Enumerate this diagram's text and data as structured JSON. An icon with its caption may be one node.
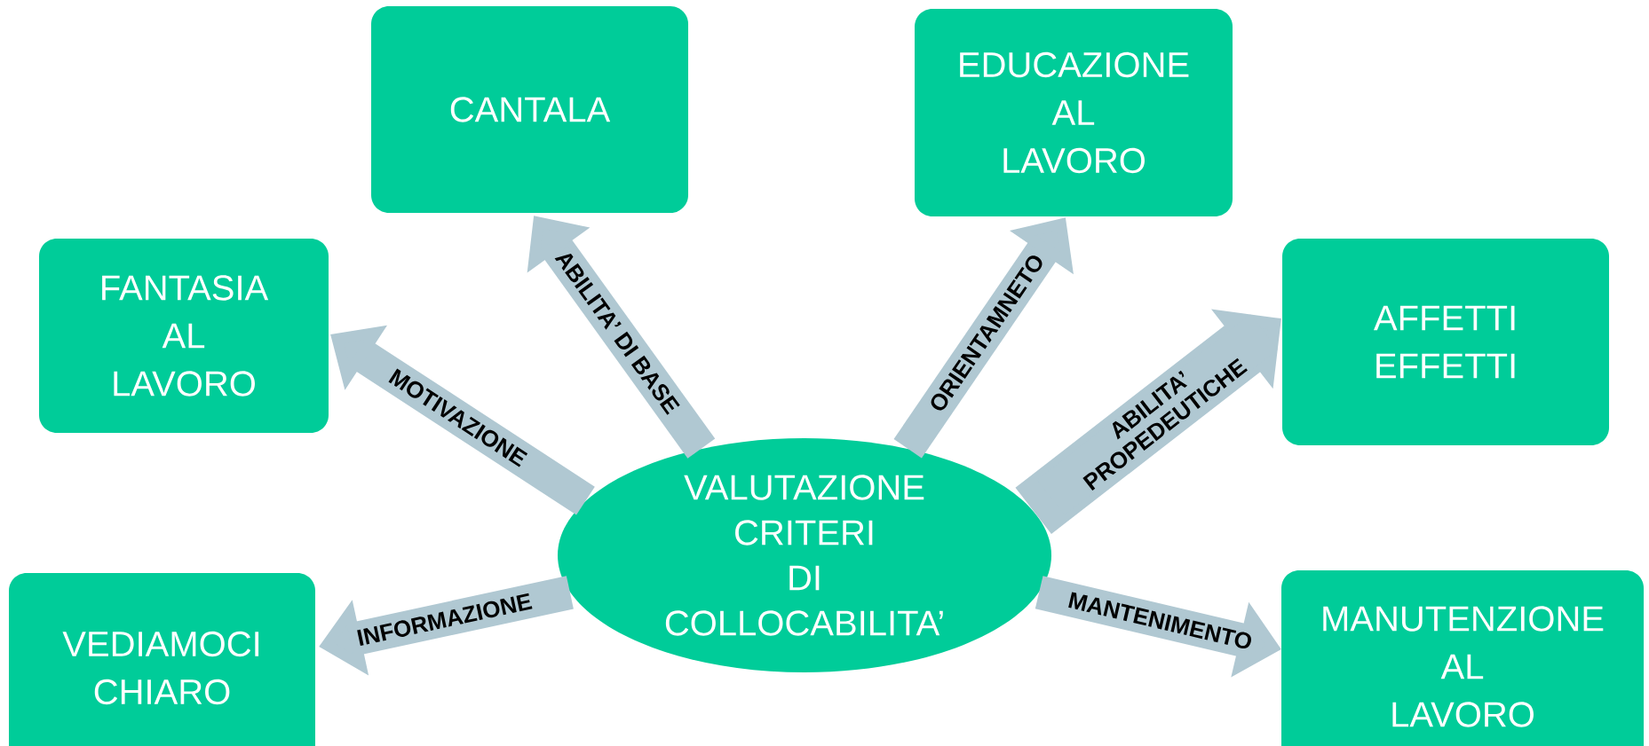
{
  "diagram": {
    "nodes": [
      {
        "text": [
          "CANTALA"
        ]
      },
      {
        "text": [
          "EDUCAZIONE AL LAVORO"
        ]
      },
      {
        "text": [
          "FANTASIA AL LAVORO"
        ]
      },
      {
        "text": [
          "AFFETTI EFFETTI"
        ]
      },
      {
        "text": [
          "VALUTAZIONE CRITERI DI COLLOCABILITA’"
        ]
      },
      {
        "text": [
          "VEDIAMOCI CHIARO"
        ]
      },
      {
        "text": [
          "MANUTENZIONE AL LAVORO"
        ]
      }
    ],
    "edges": [
      {
        "from": 4,
        "to": 0,
        "arrow": "to",
        "label": "ABILITA’ DI BASE"
      },
      {
        "from": 4,
        "to": 1,
        "arrow": "to",
        "label": "ORIENTAMNETO"
      },
      {
        "from": 4,
        "to": 2,
        "arrow": "to",
        "label": "MOTIVAZIONE"
      },
      {
        "from": 4,
        "to": 3,
        "arrow": "to",
        "label": "ABILITA’ PROPEDEUTICHE"
      },
      {
        "from": 4,
        "to": 5,
        "arrow": "to",
        "label": "INFORMAZIONE"
      },
      {
        "from": 4,
        "to": 6,
        "arrow": "to",
        "label": "MANTENIMENTO"
      }
    ]
  }
}
